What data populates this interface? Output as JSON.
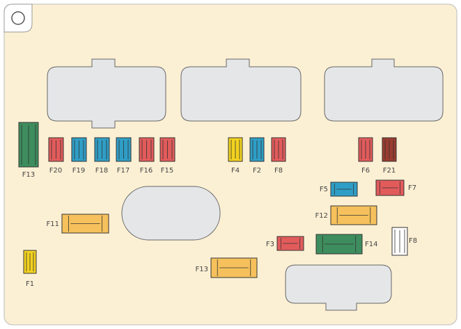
{
  "colors": {
    "panel": "#fcf0d4",
    "panel_border": "#bbbbbb",
    "connector_fill": "#e4e6e8",
    "connector_stroke": "#666666",
    "red": "#e25b5b",
    "blue": "#2f9ec6",
    "yellow": "#f2d21f",
    "orange": "#f6c15c",
    "green": "#3e8d5e",
    "brown": "#9a3b2f",
    "white": "#ffffff",
    "outline": "#333333"
  },
  "mounting_hole": {
    "icon": "mounting-hole-icon"
  },
  "fuses": [
    {
      "label": "F13",
      "color": "green"
    },
    {
      "label": "F20",
      "color": "red"
    },
    {
      "label": "F19",
      "color": "blue"
    },
    {
      "label": "F18",
      "color": "blue"
    },
    {
      "label": "F17",
      "color": "blue"
    },
    {
      "label": "F16",
      "color": "red"
    },
    {
      "label": "F15",
      "color": "red"
    },
    {
      "label": "F4",
      "color": "yellow"
    },
    {
      "label": "F2",
      "color": "blue"
    },
    {
      "label": "F8",
      "color": "red"
    },
    {
      "label": "F6",
      "color": "red"
    },
    {
      "label": "F21",
      "color": "brown"
    },
    {
      "label": "F5",
      "color": "blue"
    },
    {
      "label": "F7",
      "color": "red"
    },
    {
      "label": "F12",
      "color": "orange"
    },
    {
      "label": "F11",
      "color": "orange"
    },
    {
      "label": "F3",
      "color": "red"
    },
    {
      "label": "F14",
      "color": "green"
    },
    {
      "label": "F8",
      "color": "white"
    },
    {
      "label": "F1",
      "color": "yellow"
    },
    {
      "label": "F13",
      "color": "orange"
    }
  ]
}
